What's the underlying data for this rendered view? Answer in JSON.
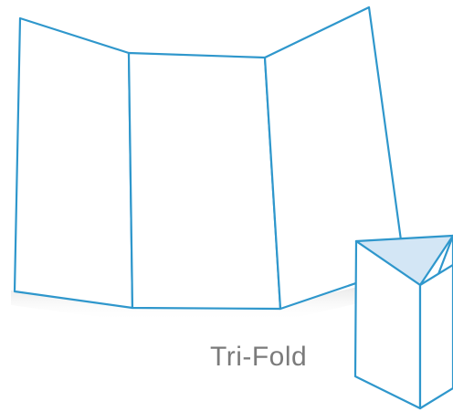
{
  "diagram": {
    "caption": "Tri-Fold",
    "colors": {
      "outline": "#2f97cc",
      "panel_fill": "#ffffff",
      "inner_fold_fill": "#d3e6f5",
      "shadow": "#ececec",
      "caption_text": "#7b7b7b"
    },
    "figures": [
      {
        "name": "open-tri-fold-brochure",
        "panels": 3
      },
      {
        "name": "folded-tri-fold-brochure",
        "panels": 3
      }
    ]
  }
}
